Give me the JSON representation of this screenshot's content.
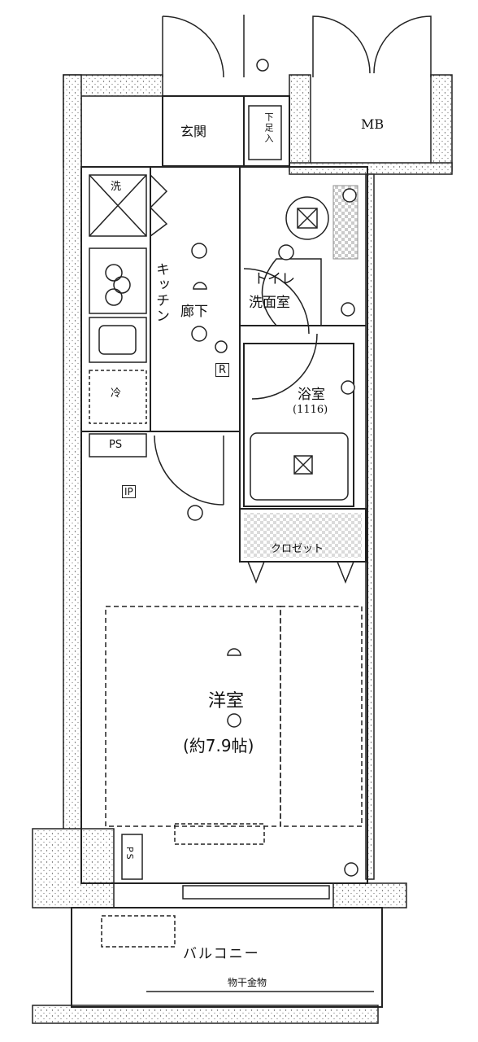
{
  "rooms": {
    "genkan": "玄関",
    "mb": "MB",
    "kitchen": "キッチン",
    "corridor": "廊下",
    "toilet": "トイレ",
    "washroom": "洗面室",
    "bath": "浴室",
    "bath_size": "(1116)",
    "closet": "クロゼット",
    "western_room": "洋室",
    "western_room_size": "(約7.9帖)",
    "balcony": "バルコニー",
    "clothes_hanger": "物干金物"
  },
  "fixtures": {
    "washer": "洗",
    "fridge": "冷",
    "ps_kitchen": "PS",
    "ps_room": "PS",
    "ip": "IP",
    "r": "R",
    "shoe": "下足入"
  }
}
